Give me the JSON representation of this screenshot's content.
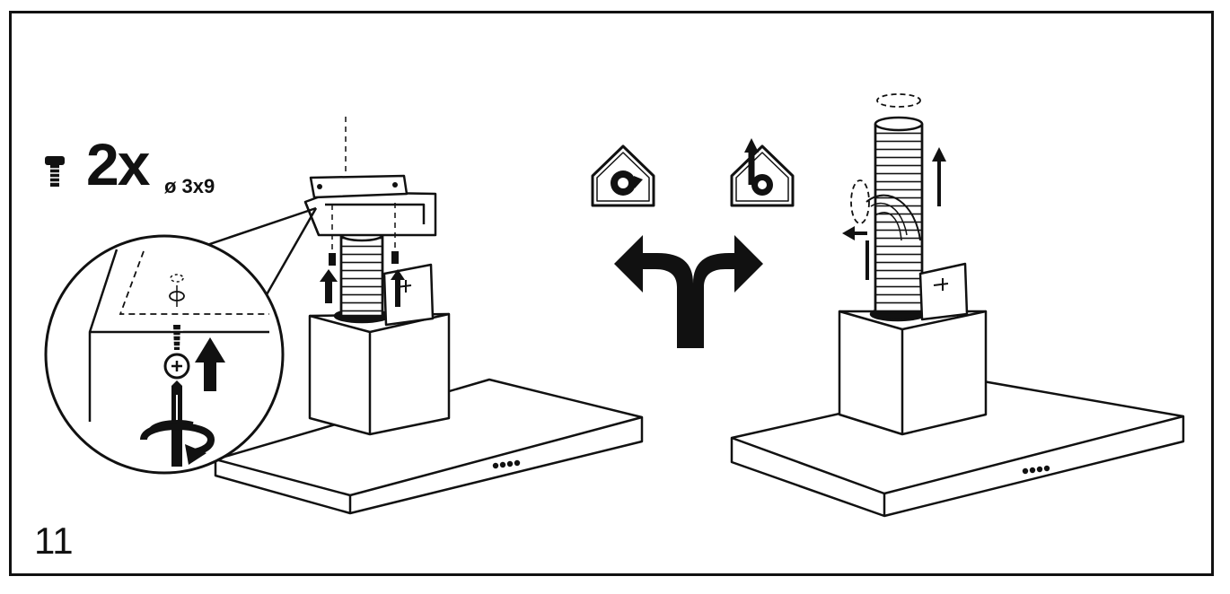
{
  "instruction": {
    "step_number": "11",
    "screw_count": "2x",
    "screw_size": "ø 3x9"
  },
  "icons": {
    "screw": "screw-icon",
    "recirculation": "recirculation-house-icon",
    "extraction": "extraction-house-icon",
    "choice": "split-arrow-icon",
    "screwdriver": "screwdriver-icon",
    "rotation": "rotate-clockwise-icon"
  },
  "colors": {
    "line": "#111111",
    "background": "#ffffff"
  }
}
